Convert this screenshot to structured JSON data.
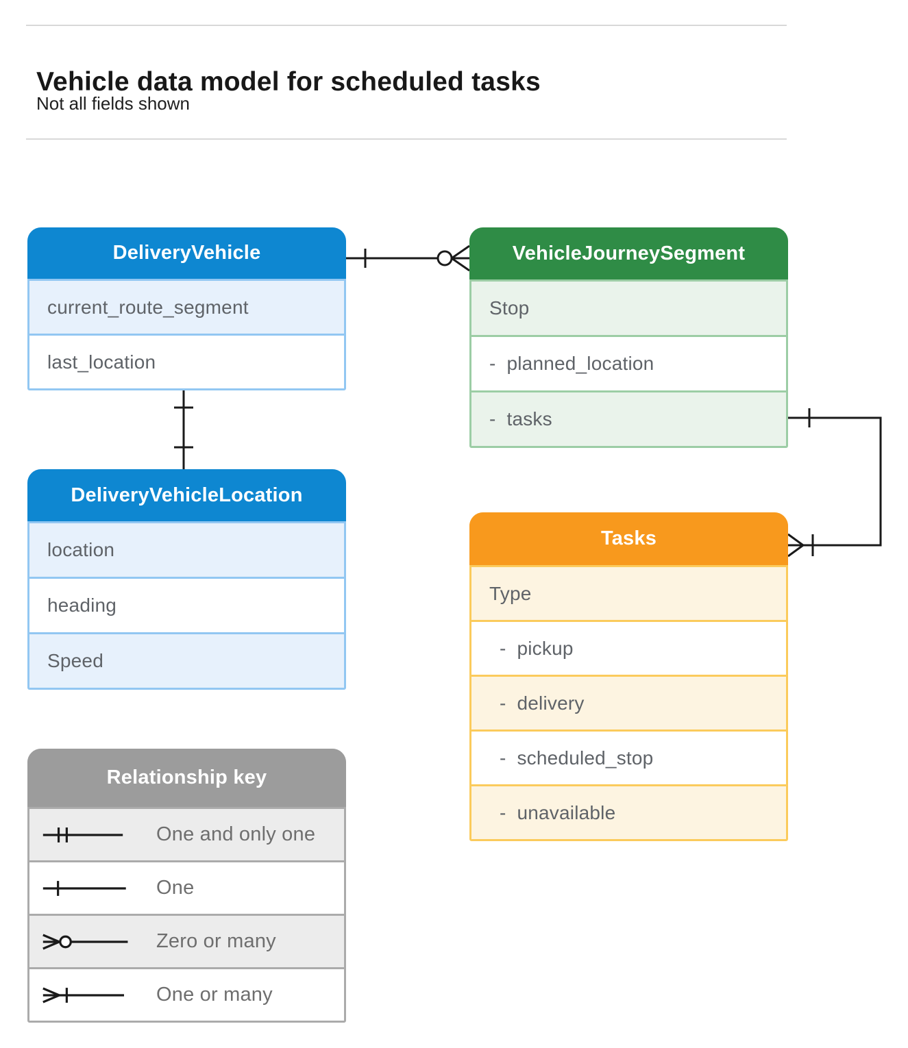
{
  "header": {
    "title": "Vehicle data model for scheduled tasks",
    "subtitle": "Not all fields shown"
  },
  "entities": {
    "delivery_vehicle": {
      "title": "DeliveryVehicle",
      "fields": [
        "current_route_segment",
        "last_location"
      ]
    },
    "vehicle_journey_segment": {
      "title": "VehicleJourneySegment",
      "fields": [
        "Stop",
        "-  planned_location",
        "-  tasks"
      ]
    },
    "delivery_vehicle_location": {
      "title": "DeliveryVehicleLocation",
      "fields": [
        "location",
        "heading",
        "Speed"
      ]
    },
    "tasks": {
      "title": "Tasks",
      "fields": [
        "Type",
        "-  pickup",
        "-  delivery",
        "-  scheduled_stop",
        "-  unavailable"
      ]
    }
  },
  "relationship_key": {
    "title": "Relationship key",
    "items": [
      {
        "symbol": "one-and-only-one",
        "label": "One and only one"
      },
      {
        "symbol": "one",
        "label": "One"
      },
      {
        "symbol": "zero-or-many",
        "label": "Zero or many"
      },
      {
        "symbol": "one-or-many",
        "label": "One or many"
      }
    ]
  },
  "relationships": [
    {
      "from": "DeliveryVehicle",
      "to": "VehicleJourneySegment",
      "from_cardinality": "one",
      "to_cardinality": "zero-or-many"
    },
    {
      "from": "DeliveryVehicle",
      "to": "DeliveryVehicleLocation",
      "from_cardinality": "one",
      "to_cardinality": "one"
    },
    {
      "from": "VehicleJourneySegment.tasks",
      "to": "Tasks",
      "from_cardinality": "one",
      "to_cardinality": "one-or-many"
    }
  ],
  "colors": {
    "blue_header": "#0E87D1",
    "blue_tint": "#E7F1FC",
    "blue_border": "#92C7F2",
    "green_header": "#2F8C46",
    "green_tint": "#EAF3EB",
    "green_border": "#9CCDA5",
    "orange_header": "#F8991D",
    "orange_tint": "#FDF4E1",
    "orange_border": "#FBCB5C",
    "gray_header": "#9C9C9C",
    "gray_tint": "#ECECEC",
    "gray_border": "#ABABAB",
    "connector": "#1A1A1A",
    "field_text": "#5F6368",
    "key_text": "#6E6E6E"
  }
}
